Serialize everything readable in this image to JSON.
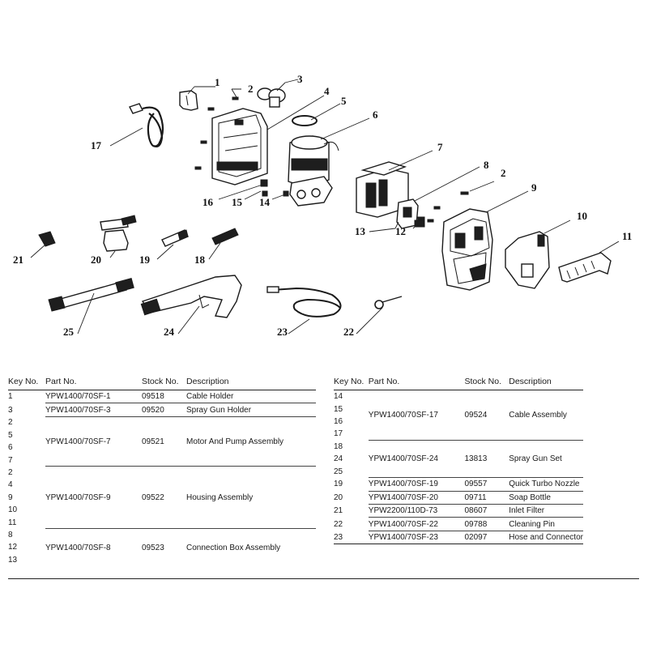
{
  "diagram": {
    "callouts": [
      "1",
      "2",
      "3",
      "4",
      "5",
      "6",
      "7",
      "8",
      "2",
      "9",
      "10",
      "11",
      "12",
      "13",
      "14",
      "15",
      "16",
      "17",
      "18",
      "19",
      "20",
      "21",
      "22",
      "23",
      "24",
      "25"
    ]
  },
  "table": {
    "headers": {
      "key": "Key No.",
      "part": "Part No.",
      "stock": "Stock No.",
      "desc": "Description"
    },
    "left": {
      "keys": [
        "1",
        "3",
        "2",
        "5",
        "6",
        "7",
        "2",
        "4",
        "9",
        "10",
        "11",
        "8",
        "12",
        "13"
      ],
      "groups": [
        {
          "part": "YPW1400/70SF-1",
          "stock": "09518",
          "desc": "Cable Holder"
        },
        {
          "part": "YPW1400/70SF-3",
          "stock": "09520",
          "desc": "Spray Gun Holder"
        },
        {
          "part": "YPW1400/70SF-7",
          "stock": "09521",
          "desc": "Motor And Pump Assembly"
        },
        {
          "part": "YPW1400/70SF-9",
          "stock": "09522",
          "desc": "Housing Assembly"
        },
        {
          "part": "YPW1400/70SF-8",
          "stock": "09523",
          "desc": "Connection Box Assembly"
        }
      ]
    },
    "right": {
      "keys": [
        "14",
        "15",
        "16",
        "17",
        "18",
        "24",
        "25",
        "19",
        "20",
        "21",
        "22",
        "23"
      ],
      "groups": [
        {
          "part": "YPW1400/70SF-17",
          "stock": "09524",
          "desc": "Cable Assembly"
        },
        {
          "part": "YPW1400/70SF-24",
          "stock": "13813",
          "desc": "Spray Gun Set"
        },
        {
          "part": "YPW1400/70SF-19",
          "stock": "09557",
          "desc": "Quick Turbo Nozzle"
        },
        {
          "part": "YPW1400/70SF-20",
          "stock": "09711",
          "desc": "Soap Bottle"
        },
        {
          "part": "YPW2200/110D-73",
          "stock": "08607",
          "desc": "Inlet Filter"
        },
        {
          "part": "YPW1400/70SF-22",
          "stock": "09788",
          "desc": "Cleaning Pin"
        },
        {
          "part": "YPW1400/70SF-23",
          "stock": "02097",
          "desc": "Hose and Connector"
        }
      ]
    }
  }
}
